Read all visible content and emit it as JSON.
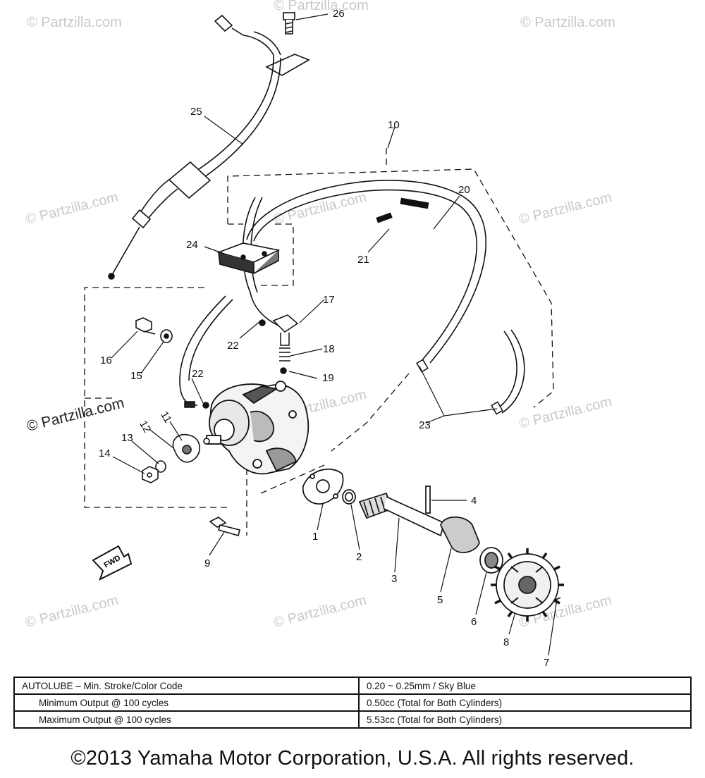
{
  "watermark": "© Partzilla.com",
  "callouts": {
    "c1": "1",
    "c2": "2",
    "c3": "3",
    "c4": "4",
    "c5": "5",
    "c6": "6",
    "c7": "7",
    "c8": "8",
    "c9": "9",
    "c10": "10",
    "c11": "11",
    "c12": "12",
    "c13": "13",
    "c14": "14",
    "c15": "15",
    "c16": "16",
    "c17": "17",
    "c18": "18",
    "c19": "19",
    "c20": "20",
    "c21": "21",
    "c22a": "22",
    "c22b": "22",
    "c23": "23",
    "c24": "24",
    "c25": "25",
    "c26": "26"
  },
  "fwd_label": "FWD",
  "spec_table": {
    "rows": [
      {
        "label": "AUTOLUBE – Min. Stroke/Color Code",
        "value": "0.20 ~ 0.25mm / Sky Blue"
      },
      {
        "label": "Minimum Output @ 100 cycles",
        "value": "0.50cc (Total for Both Cylinders)"
      },
      {
        "label": "Maximum Output @ 100 cycles",
        "value": "5.53cc (Total for Both Cylinders)"
      }
    ]
  },
  "copyright": "©2013 Yamaha Motor Corporation, U.S.A. All rights reserved."
}
